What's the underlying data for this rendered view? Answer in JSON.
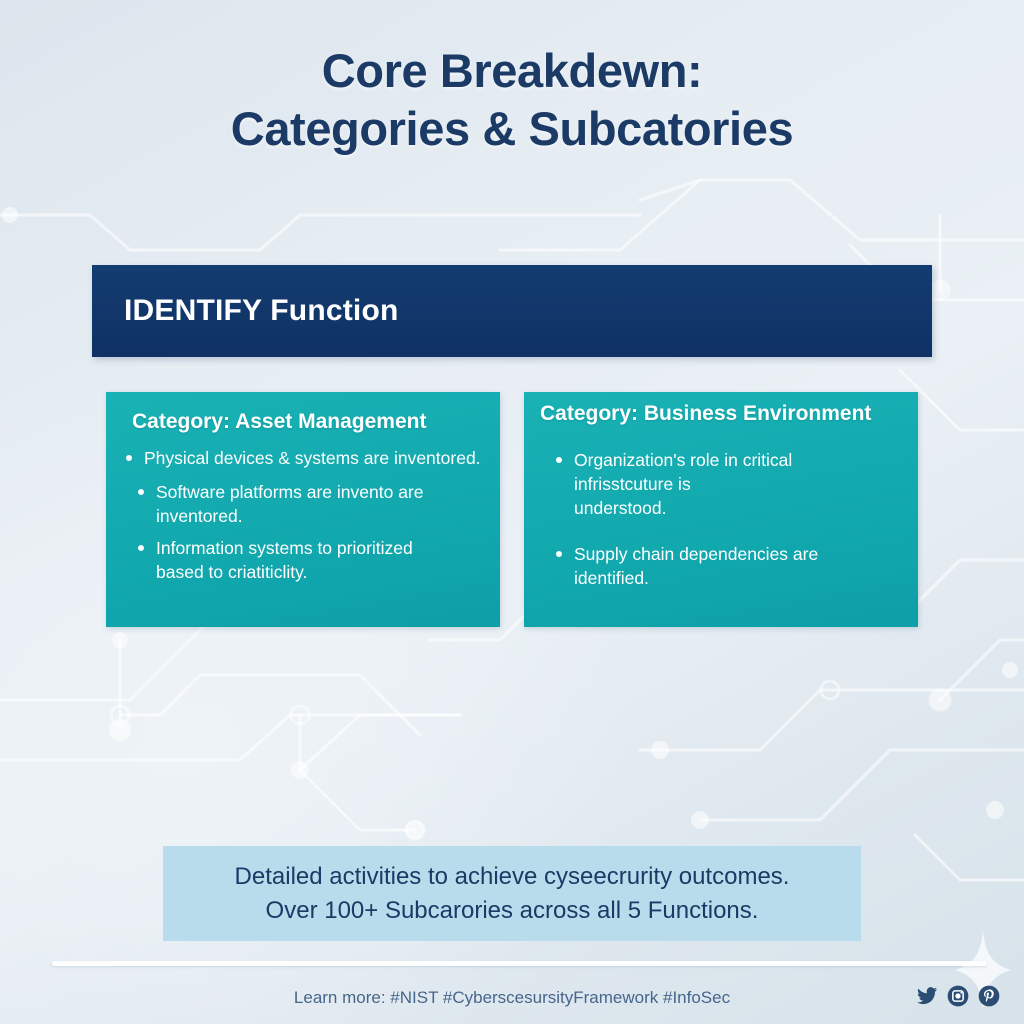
{
  "theme": {
    "background": "#dfe7ee",
    "navy": "#1b3a66",
    "bar_navy": "#133c72",
    "teal": "#11a8ae",
    "callout_blue": "#b9dcec",
    "white": "#ffffff"
  },
  "title": {
    "line1": "Core Breakdewn:",
    "line2": "Categories & Subcatories"
  },
  "function_bar": {
    "label": "IDENTIFY Function"
  },
  "cards": [
    {
      "name": "asset-management",
      "title": "Category: Asset Management",
      "bullets": [
        {
          "line1": "Physical devices & systems are inventored.",
          "line2": ""
        },
        {
          "line1": "Software platforms are invento are",
          "line2": "inventored."
        },
        {
          "line1": "Information systems to prioritized",
          "line2": "based to criatiticlity."
        }
      ]
    },
    {
      "name": "business-environment",
      "title": "Category: Business Environment",
      "bullets": [
        {
          "line1": "Organization's role in critical",
          "line2": "infrisstcuture is",
          "line3": "understood."
        },
        {
          "line1": "Supply chain dependencies are",
          "line2": "identified."
        }
      ]
    }
  ],
  "summary": {
    "line1": "Detailed activities to achieve cyseecrurity outcomes.",
    "line2": "Over 100+ Subcarories across all 5 Functions."
  },
  "footer": {
    "hashtags": "Learn more: #NIST #CyberscesursityFramework #InfoSec",
    "social": [
      {
        "name": "twitter-icon"
      },
      {
        "name": "instagram-icon"
      },
      {
        "name": "pinterest-icon"
      }
    ]
  }
}
